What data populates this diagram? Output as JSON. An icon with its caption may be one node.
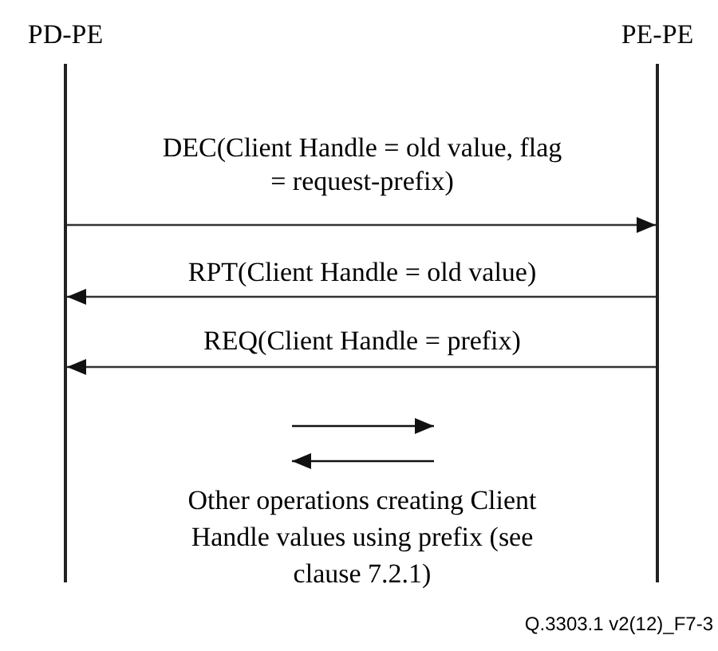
{
  "diagram": {
    "nodes": [
      {
        "text": [
          "PD-PE"
        ]
      },
      {
        "text": [
          "PE-PE"
        ]
      }
    ],
    "edges": [
      {
        "from": 0,
        "to": 1,
        "arrow": "to",
        "label": "DEC(Client Handle = old value, flag = request-prefix)"
      },
      {
        "from": 1,
        "to": 0,
        "arrow": "to",
        "label": "RPT(Client Handle = old value)"
      },
      {
        "from": 1,
        "to": 0,
        "arrow": "to",
        "label": "REQ(Client Handle = prefix)"
      }
    ],
    "labels": [
      "Other operations creating Client Handle values using prefix (see clause 7.2.1)",
      "Q.3303.1 v2(12)_F7-3"
    ]
  }
}
